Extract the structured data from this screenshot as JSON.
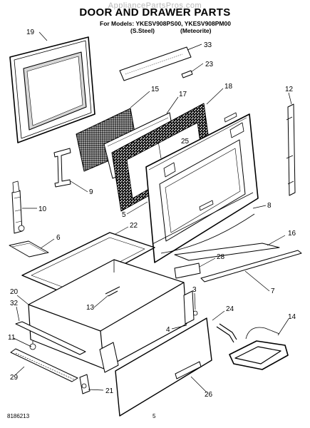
{
  "watermark": "AppliancePartsPros.com",
  "title": "DOOR AND DRAWER PARTS",
  "models": {
    "prefix": "For Models:",
    "model1": "YKESV908PS00,",
    "model2": "YKESV908PM00",
    "finish1": "(S.Steel)",
    "finish2": "(Meteorite)"
  },
  "callouts": [
    "19",
    "33",
    "23",
    "15",
    "17",
    "18",
    "12",
    "25",
    "9",
    "10",
    "5",
    "8",
    "6",
    "22",
    "16",
    "28",
    "7",
    "20",
    "32",
    "3",
    "13",
    "24",
    "14",
    "4",
    "11",
    "29",
    "21",
    "26"
  ],
  "footer": {
    "doc_number": "8186213",
    "page_number": "5"
  }
}
